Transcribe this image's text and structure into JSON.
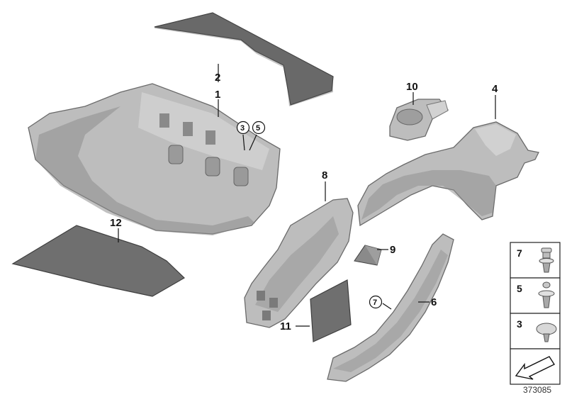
{
  "callouts": {
    "c1": "1",
    "c2": "2",
    "c3": "3",
    "c4": "4",
    "c5": "5",
    "c6": "6",
    "c7": "7",
    "c8": "8",
    "c9": "9",
    "c10": "10",
    "c11": "11",
    "c12": "12"
  },
  "legend": {
    "items": [
      {
        "label": "7",
        "icon": "push-rivet-icon"
      },
      {
        "label": "5",
        "icon": "expanding-rivet-icon"
      },
      {
        "label": "3",
        "icon": "round-clip-icon"
      }
    ],
    "arrow_icon": "direction-arrow-icon"
  },
  "document_number": "373085",
  "colors": {
    "mat": "#6f6f6f",
    "metal": "#bdbdbd",
    "outline": "#222222"
  }
}
